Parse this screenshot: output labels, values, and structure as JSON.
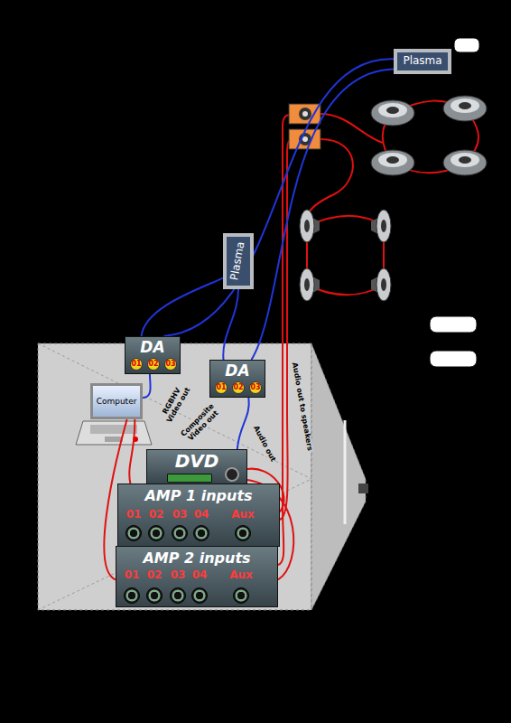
{
  "diagram": {
    "nodes": [
      {
        "text": [
          "Plasma"
        ]
      },
      {
        "text": [
          "Plasma"
        ]
      },
      {
        "text": [
          "DA"
        ]
      },
      {
        "text": [
          "DA"
        ]
      },
      {
        "text": [
          "Computer"
        ]
      },
      {
        "text": [
          "DVD"
        ]
      },
      {
        "text": [
          "AMP 1 inputs"
        ]
      },
      {
        "text": [
          "AMP 2 inputs"
        ]
      }
    ],
    "edges": [
      {
        "from": 4,
        "to": 2,
        "arrow": "none",
        "label": "RGBHV Video out"
      },
      {
        "from": 2,
        "to": 1,
        "arrow": "none"
      },
      {
        "from": 2,
        "to": 0,
        "arrow": "none"
      },
      {
        "from": 3,
        "to": 0,
        "arrow": "none"
      },
      {
        "from": 3,
        "to": 1,
        "arrow": "none"
      },
      {
        "from": 5,
        "to": 3,
        "arrow": "none",
        "label": "Composite Video out"
      },
      {
        "from": 4,
        "to": 6,
        "arrow": "none"
      },
      {
        "from": 4,
        "to": 7,
        "arrow": "none"
      },
      {
        "from": 5,
        "to": 6,
        "arrow": "none",
        "label": "Audio out"
      },
      {
        "from": 5,
        "to": 7,
        "arrow": "none"
      }
    ],
    "labels": [
      "01",
      "02",
      "03",
      "01",
      "02",
      "03",
      "01",
      "02",
      "03",
      "04",
      "Aux",
      "01",
      "02",
      "03",
      "04",
      "Aux",
      "Audio out to speakers"
    ]
  }
}
